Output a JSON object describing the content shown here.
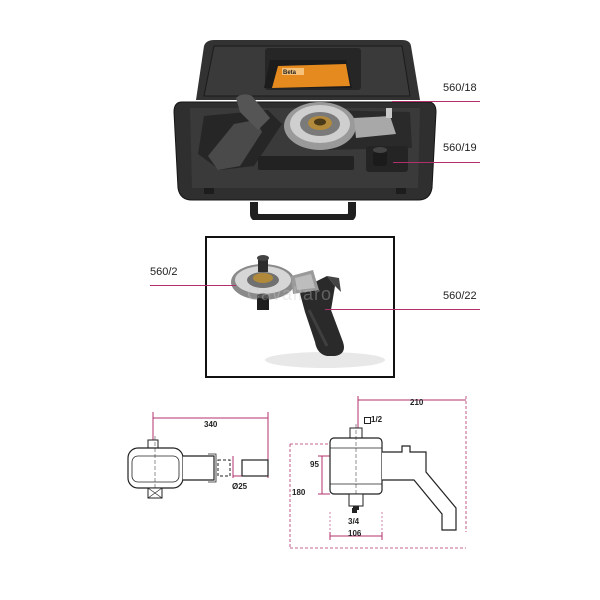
{
  "labels": {
    "case_top": "560/18",
    "case_right": "560/19",
    "tool_left": "560/2",
    "tool_right": "560/22"
  },
  "case": {
    "brand": "Beta"
  },
  "drawing_left": {
    "length": "340",
    "diameter": "Ø25"
  },
  "drawing_right": {
    "width": "210",
    "input_drive": "1/2",
    "height_small": "95",
    "height": "180",
    "output_drive": "3/4",
    "depth": "106"
  },
  "colors": {
    "dimension_line": "#b0306e",
    "case_plastic": "#2b2b2b"
  }
}
